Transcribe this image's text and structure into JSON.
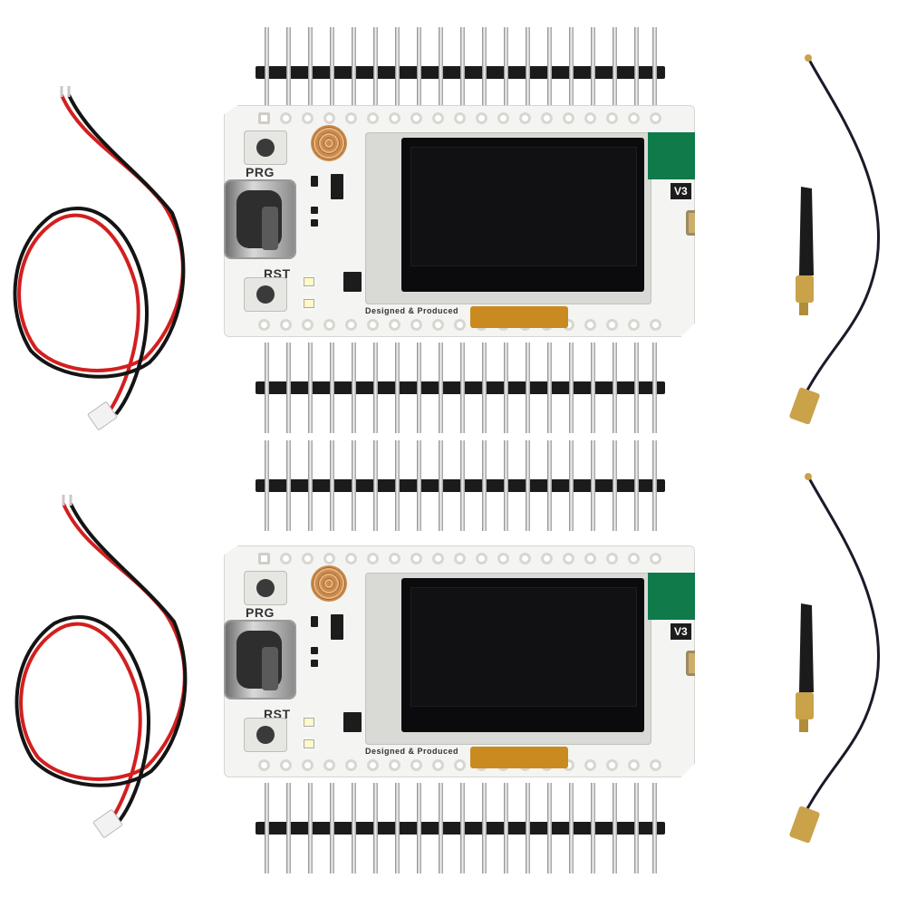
{
  "board": {
    "label_prg": "PRG",
    "label_rst": "RST",
    "version_label": "V3",
    "designed_text": "Designed & Produced"
  },
  "colors": {
    "pcb": "#f4f5f2",
    "oled": "#0b0b0d",
    "antenna_pad": "#0f7a4a",
    "wire_red": "#d31f1f",
    "wire_black": "#141414",
    "coil": "#c98b4e",
    "sma_gold": "#c9a24a"
  },
  "icons": [
    "pin-header",
    "usb-c-port",
    "push-button",
    "oled-display",
    "copper-coil",
    "jst-cable",
    "sma-antenna",
    "u-fl-pigtail"
  ]
}
